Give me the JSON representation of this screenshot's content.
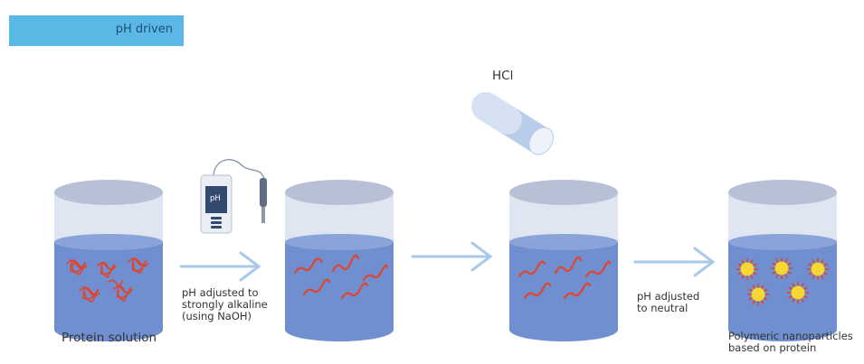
{
  "header": {
    "mode_label": "pH driven"
  },
  "reagent": {
    "label": "HCl"
  },
  "meter": {
    "screen_text": "pH"
  },
  "steps": [
    {
      "label": "Protein solution"
    },
    {
      "label": "pH adjusted to\nstrongly alkaline\n(using NaOH)"
    },
    {
      "label": "pH adjusted\nto neutral"
    },
    {
      "label": "Polymeric nanoparticles\nbased on protein"
    }
  ],
  "colors": {
    "banner": "#5ab8e6",
    "beaker_glass": "#dfe6f2",
    "beaker_rim": "#b8c0d6",
    "solution": "#6f8fd0",
    "protein": "#e0452e",
    "arrow": "#a9c8ea",
    "particle_core": "#f7d832"
  }
}
